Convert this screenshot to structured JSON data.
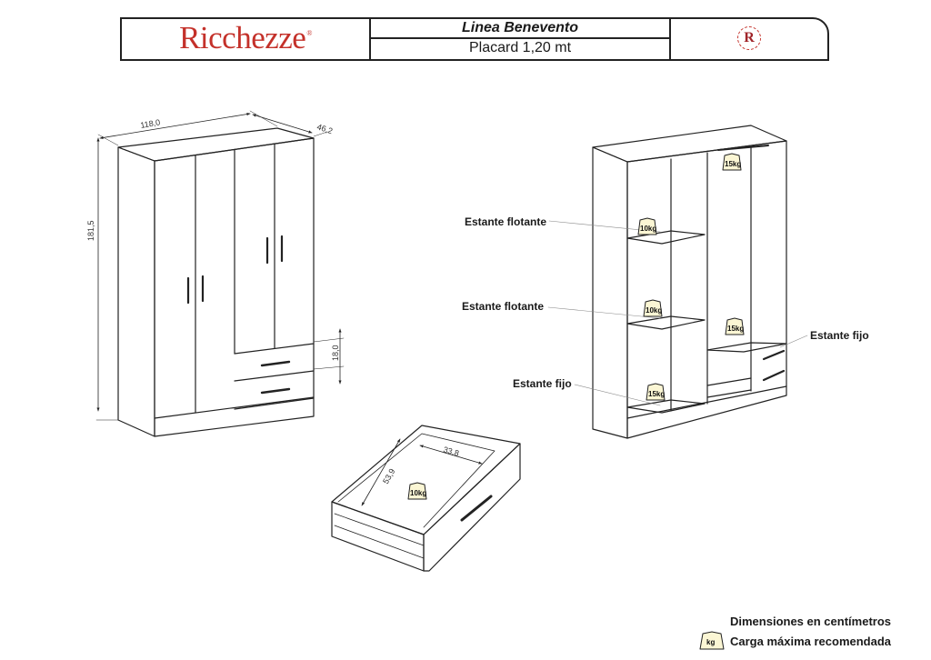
{
  "header": {
    "brand": "Ricchezze",
    "brand_mark": "®",
    "line_name": "Linea Benevento",
    "product": "Placard 1,20 mt",
    "monogram": "R"
  },
  "dimensions": {
    "width": "118,0",
    "depth": "46,2",
    "height": "181,5",
    "drawer_height": "18,0",
    "drawer_depth": "53,9",
    "drawer_width": "33,8"
  },
  "callouts": {
    "shelf_float_1": "Estante flotante",
    "shelf_float_2": "Estante flotante",
    "shelf_fixed_left": "Estante fijo",
    "shelf_fixed_right": "Estante fijo"
  },
  "loads": {
    "shelf_upper": "10kg",
    "shelf_middle": "10kg",
    "shelf_bottom": "15kg",
    "top_right": "15kg",
    "right_fixed": "15kg",
    "drawer": "10kg"
  },
  "legend": {
    "dims_note": "Dimensiones en centímetros",
    "load_icon": "kg",
    "load_note": "Carga máxima recomendada"
  },
  "colors": {
    "brand_red": "#c4312a",
    "line": "#222222",
    "badge_fill": "#fbf6d4"
  }
}
